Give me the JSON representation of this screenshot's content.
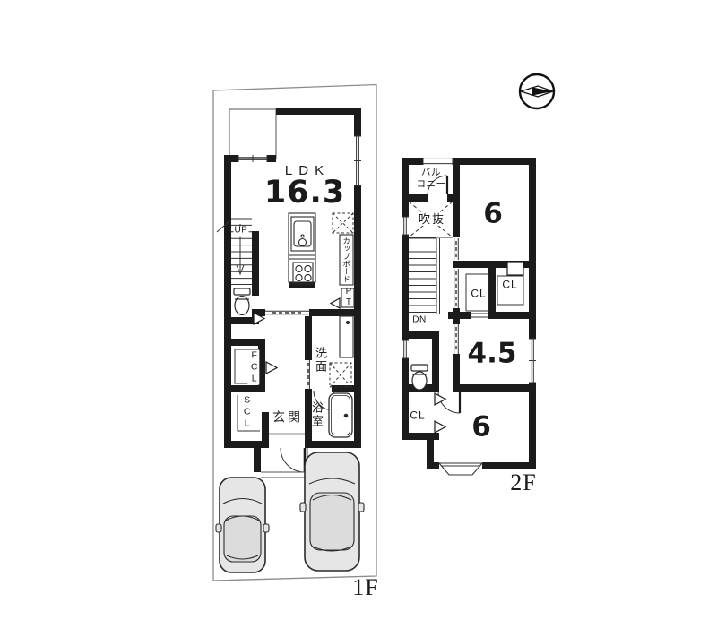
{
  "colors": {
    "wall": "#1b1b1b",
    "boundary": "#8c8c8c",
    "line": "#333333",
    "car_body": "#e6e6e6"
  },
  "floor1": {
    "floor_label": "1F",
    "ldk_label": "LDK",
    "ldk_size": "16.3",
    "up": "UP",
    "cupboard": "カップボード",
    "pantry": "PT",
    "washroom": "洗面",
    "bathroom": "浴室",
    "family_closet": "FCL",
    "shoe_closet": "SCL",
    "entrance": "玄関"
  },
  "floor2": {
    "floor_label": "2F",
    "balcony_line1": "バル",
    "balcony_line2": "コニー",
    "void_label": "吹抜",
    "down": "DN",
    "closet_a": "CL",
    "closet_b": "CL",
    "closet_c": "CL",
    "room_top_size": "6",
    "room_mid_size": "4.5",
    "room_bottom_size": "6"
  }
}
